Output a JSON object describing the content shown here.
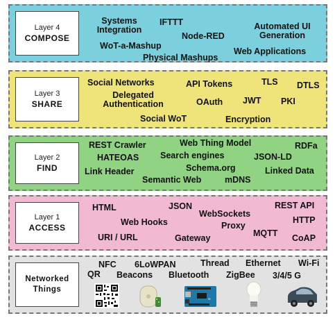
{
  "colors": {
    "compose": "#7ccfdc",
    "share": "#efe47a",
    "find": "#8fd383",
    "access": "#f2b9d2",
    "things": "#e2e2e2"
  },
  "layers": [
    {
      "key": "compose",
      "num": "Layer 4",
      "name": "COMPOSE",
      "terms": [
        {
          "text": "Systems Integration"
        },
        {
          "text": "IFTTT"
        },
        {
          "text": "Automated UI Generation"
        },
        {
          "text": "Node-RED"
        },
        {
          "text": "WoT-a-Mashup"
        },
        {
          "text": "Physical Mashups"
        },
        {
          "text": "Web Applications"
        }
      ]
    },
    {
      "key": "share",
      "num": "Layer 3",
      "name": "SHARE",
      "terms": [
        {
          "text": "Social Networks"
        },
        {
          "text": "API Tokens"
        },
        {
          "text": "TLS"
        },
        {
          "text": "DTLS"
        },
        {
          "text": "Delegated Authentication"
        },
        {
          "text": "OAuth"
        },
        {
          "text": "JWT"
        },
        {
          "text": "PKI"
        },
        {
          "text": "Social WoT"
        },
        {
          "text": "Encryption"
        }
      ]
    },
    {
      "key": "find",
      "num": "Layer 2",
      "name": "FIND",
      "terms": [
        {
          "text": "REST Crawler"
        },
        {
          "text": "Web Thing Model"
        },
        {
          "text": "RDFa"
        },
        {
          "text": "HATEOAS"
        },
        {
          "text": "Search engines"
        },
        {
          "text": "JSON-LD"
        },
        {
          "text": "Link Header"
        },
        {
          "text": "Schema.org"
        },
        {
          "text": "Linked Data"
        },
        {
          "text": "Semantic Web"
        },
        {
          "text": "mDNS"
        }
      ]
    },
    {
      "key": "access",
      "num": "Layer 1",
      "name": "ACCESS",
      "terms": [
        {
          "text": "HTML"
        },
        {
          "text": "JSON"
        },
        {
          "text": "REST API"
        },
        {
          "text": "WebSockets"
        },
        {
          "text": "Web Hooks"
        },
        {
          "text": "HTTP"
        },
        {
          "text": "Proxy"
        },
        {
          "text": "URI / URL"
        },
        {
          "text": "Gateway"
        },
        {
          "text": "MQTT"
        },
        {
          "text": "CoAP"
        }
      ]
    },
    {
      "key": "things",
      "num": "",
      "name": "Networked Things",
      "terms": [
        {
          "text": "NFC"
        },
        {
          "text": "6LoWPAN"
        },
        {
          "text": "Thread"
        },
        {
          "text": "Ethernet"
        },
        {
          "text": "Wi-Fi"
        },
        {
          "text": "QR"
        },
        {
          "text": "Beacons"
        },
        {
          "text": "Bluetooth"
        },
        {
          "text": "ZigBee"
        },
        {
          "text": "3/4/5 G"
        }
      ],
      "icons": [
        "qr-code-icon",
        "beacon-icon",
        "arduino-board-icon",
        "smart-bulb-icon",
        "smart-car-icon"
      ]
    }
  ]
}
